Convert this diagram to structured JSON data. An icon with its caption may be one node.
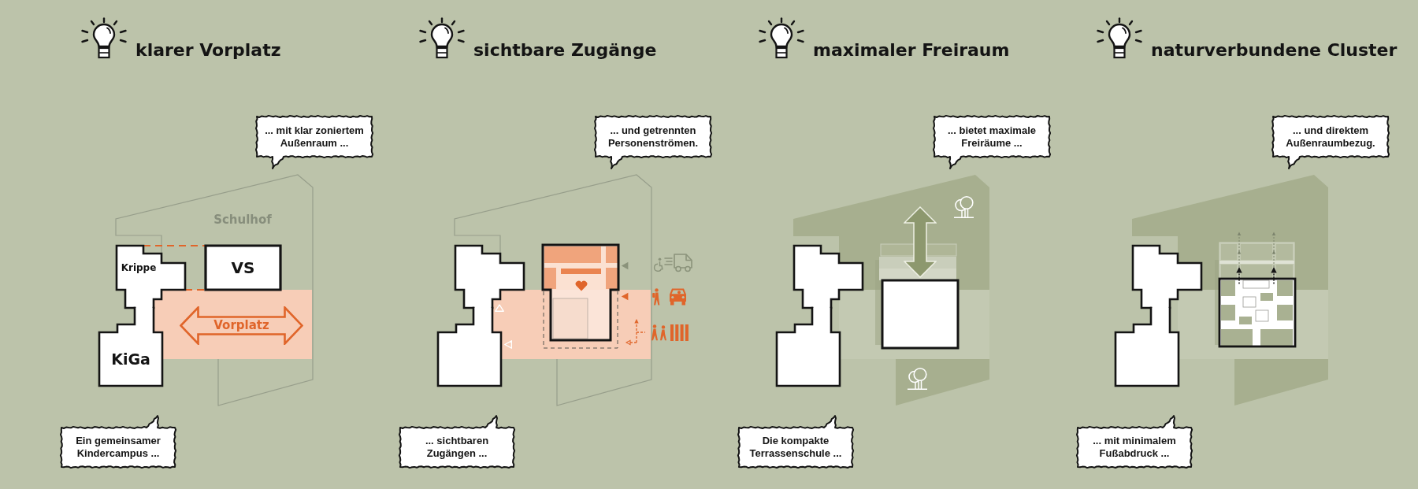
{
  "diagram": {
    "nodes": [
      {
        "text": [
          "... mit klar zoniertem Außenraum ..."
        ]
      },
      {
        "text": [
          "Krippe"
        ]
      },
      {
        "text": [
          "VS"
        ]
      },
      {
        "text": [
          "KiGa"
        ]
      },
      {
        "text": [
          "Ein gemeinsamer Kindercampus ..."
        ]
      },
      {
        "text": [
          "... und getrennten Personenströmen."
        ]
      },
      {
        "text": [],
        "shape": "box"
      },
      {
        "text": [],
        "shape": "box"
      },
      {
        "text": [
          "... sichtbaren Zugängen ..."
        ]
      },
      {
        "text": [
          "... bietet maximale Freiräume ..."
        ]
      },
      {
        "text": [],
        "shape": "box"
      },
      {
        "text": [],
        "shape": "box"
      },
      {
        "text": [
          "Die kompakte Terrassenschule ..."
        ]
      },
      {
        "text": [
          "... und direktem Außenraumbezug."
        ]
      },
      {
        "text": [],
        "shape": "box"
      },
      {
        "text": [],
        "shape": "box"
      },
      {
        "text": [
          "... mit minimalem Fußabdruck ..."
        ]
      }
    ],
    "edges": [
      {
        "from": 1,
        "to": 2,
        "arrow": "none",
        "style": "dashed"
      },
      {
        "from": 1,
        "to": 2,
        "arrow": "none",
        "style": "dashed"
      }
    ],
    "labels": [
      "klarer Vorplatz",
      "sichtbare Zugänge",
      "maximaler Freiraum",
      "naturverbundene Cluster",
      "Schulhof",
      "Vorplatz"
    ]
  }
}
